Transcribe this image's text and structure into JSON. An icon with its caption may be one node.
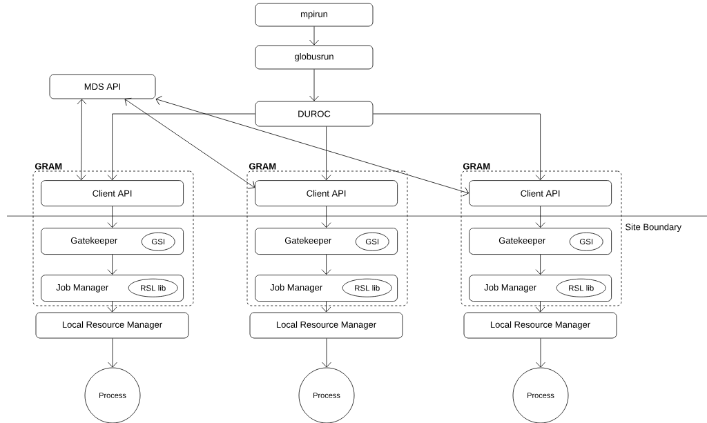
{
  "diagram": {
    "nodes": [
      {
        "text": [
          "mpirun"
        ]
      },
      {
        "text": [
          "globusrun"
        ]
      },
      {
        "text": [
          "MDS API"
        ]
      },
      {
        "text": [
          "DUROC"
        ]
      },
      {
        "text": [
          "GRAM"
        ]
      },
      {
        "text": [
          "Client API"
        ],
        "in": 4
      },
      {
        "text": [
          "Gatekeeper"
        ],
        "in": 4
      },
      {
        "text": [
          "GSI"
        ],
        "in": 6
      },
      {
        "text": [
          "Job Manager"
        ],
        "in": 4
      },
      {
        "text": [
          "RSL lib"
        ],
        "in": 8
      },
      {
        "text": [
          "Local Resource Manager"
        ]
      },
      {
        "text": [
          "Process"
        ]
      },
      {
        "text": [
          "GRAM"
        ]
      },
      {
        "text": [
          "Client API"
        ],
        "in": 12
      },
      {
        "text": [
          "Gatekeeper"
        ],
        "in": 12
      },
      {
        "text": [
          "GSI"
        ],
        "in": 14
      },
      {
        "text": [
          "Job Manager"
        ],
        "in": 12
      },
      {
        "text": [
          "RSL lib"
        ],
        "in": 16
      },
      {
        "text": [
          "Local Resource Manager"
        ]
      },
      {
        "text": [
          "Process"
        ]
      },
      {
        "text": [
          "GRAM"
        ]
      },
      {
        "text": [
          "Client API"
        ],
        "in": 20
      },
      {
        "text": [
          "Gatekeeper"
        ],
        "in": 20
      },
      {
        "text": [
          "GSI"
        ],
        "in": 22
      },
      {
        "text": [
          "Job Manager"
        ],
        "in": 20
      },
      {
        "text": [
          "RSL lib"
        ],
        "in": 24
      },
      {
        "text": [
          "Local Resource Manager"
        ]
      },
      {
        "text": [
          "Process"
        ]
      }
    ],
    "edges": [
      {
        "from": 0,
        "to": 1,
        "arrow": "to"
      },
      {
        "from": 1,
        "to": 3,
        "arrow": "to"
      },
      {
        "from": 3,
        "to": 5,
        "arrow": "to"
      },
      {
        "from": 3,
        "to": 13,
        "arrow": "to"
      },
      {
        "from": 3,
        "to": 21,
        "arrow": "to"
      },
      {
        "from": 2,
        "to": 5,
        "arrow": "both"
      },
      {
        "from": 2,
        "to": 13,
        "arrow": "both"
      },
      {
        "from": 2,
        "to": 21,
        "arrow": "both"
      },
      {
        "from": 5,
        "to": 6,
        "arrow": "to"
      },
      {
        "from": 6,
        "to": 8,
        "arrow": "to"
      },
      {
        "from": 8,
        "to": 10,
        "arrow": "to"
      },
      {
        "from": 10,
        "to": 11,
        "arrow": "to"
      },
      {
        "from": 13,
        "to": 14,
        "arrow": "to"
      },
      {
        "from": 14,
        "to": 16,
        "arrow": "to"
      },
      {
        "from": 16,
        "to": 18,
        "arrow": "to"
      },
      {
        "from": 18,
        "to": 19,
        "arrow": "to"
      },
      {
        "from": 21,
        "to": 22,
        "arrow": "to"
      },
      {
        "from": 22,
        "to": 24,
        "arrow": "to"
      },
      {
        "from": 24,
        "to": 26,
        "arrow": "to"
      },
      {
        "from": 26,
        "to": 27,
        "arrow": "to"
      }
    ],
    "labels": [
      "Site Boundary"
    ]
  }
}
